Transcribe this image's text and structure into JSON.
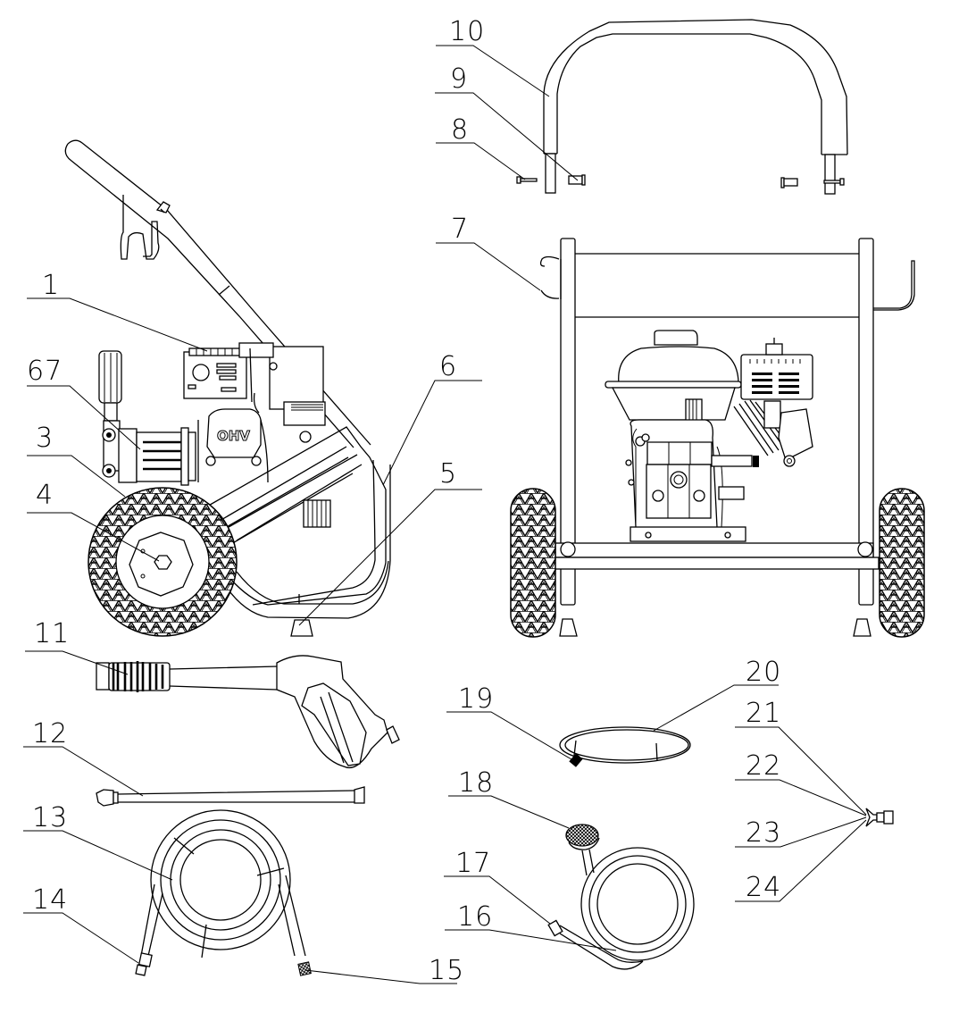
{
  "diagram": {
    "title": "Pressure washer exploded parts diagram",
    "engine_badge": "OHV",
    "callouts": [
      {
        "id": "c1",
        "label": "1",
        "part": "engine"
      },
      {
        "id": "c67",
        "label": "67",
        "part": "pump-valve"
      },
      {
        "id": "c3",
        "label": "3",
        "part": "pump"
      },
      {
        "id": "c4",
        "label": "4",
        "part": "wheel"
      },
      {
        "id": "c5",
        "label": "5",
        "part": "foot"
      },
      {
        "id": "c6",
        "label": "6",
        "part": "frame"
      },
      {
        "id": "c7",
        "label": "7",
        "part": "gun-holder-hook"
      },
      {
        "id": "c8",
        "label": "8",
        "part": "handle-bolt"
      },
      {
        "id": "c9",
        "label": "9",
        "part": "handle-nut"
      },
      {
        "id": "c10",
        "label": "10",
        "part": "handle"
      },
      {
        "id": "c11",
        "label": "11",
        "part": "spray-gun"
      },
      {
        "id": "c12",
        "label": "12",
        "part": "lance"
      },
      {
        "id": "c13",
        "label": "13",
        "part": "high-pressure-hose"
      },
      {
        "id": "c14",
        "label": "14",
        "part": "hose-fitting-gun-end"
      },
      {
        "id": "c15",
        "label": "15",
        "part": "hose-fitting-pump-end"
      },
      {
        "id": "c16",
        "label": "16",
        "part": "detergent-hose"
      },
      {
        "id": "c17",
        "label": "17",
        "part": "detergent-hose-connector"
      },
      {
        "id": "c18",
        "label": "18",
        "part": "detergent-filter"
      },
      {
        "id": "c19",
        "label": "19",
        "part": "drain-connector"
      },
      {
        "id": "c20",
        "label": "20",
        "part": "drain-tube"
      },
      {
        "id": "c21",
        "label": "21",
        "part": "nozzle-tip-a"
      },
      {
        "id": "c22",
        "label": "22",
        "part": "nozzle-tip-b"
      },
      {
        "id": "c23",
        "label": "23",
        "part": "nozzle-tip-c"
      },
      {
        "id": "c24",
        "label": "24",
        "part": "nozzle-tip-d"
      }
    ]
  }
}
